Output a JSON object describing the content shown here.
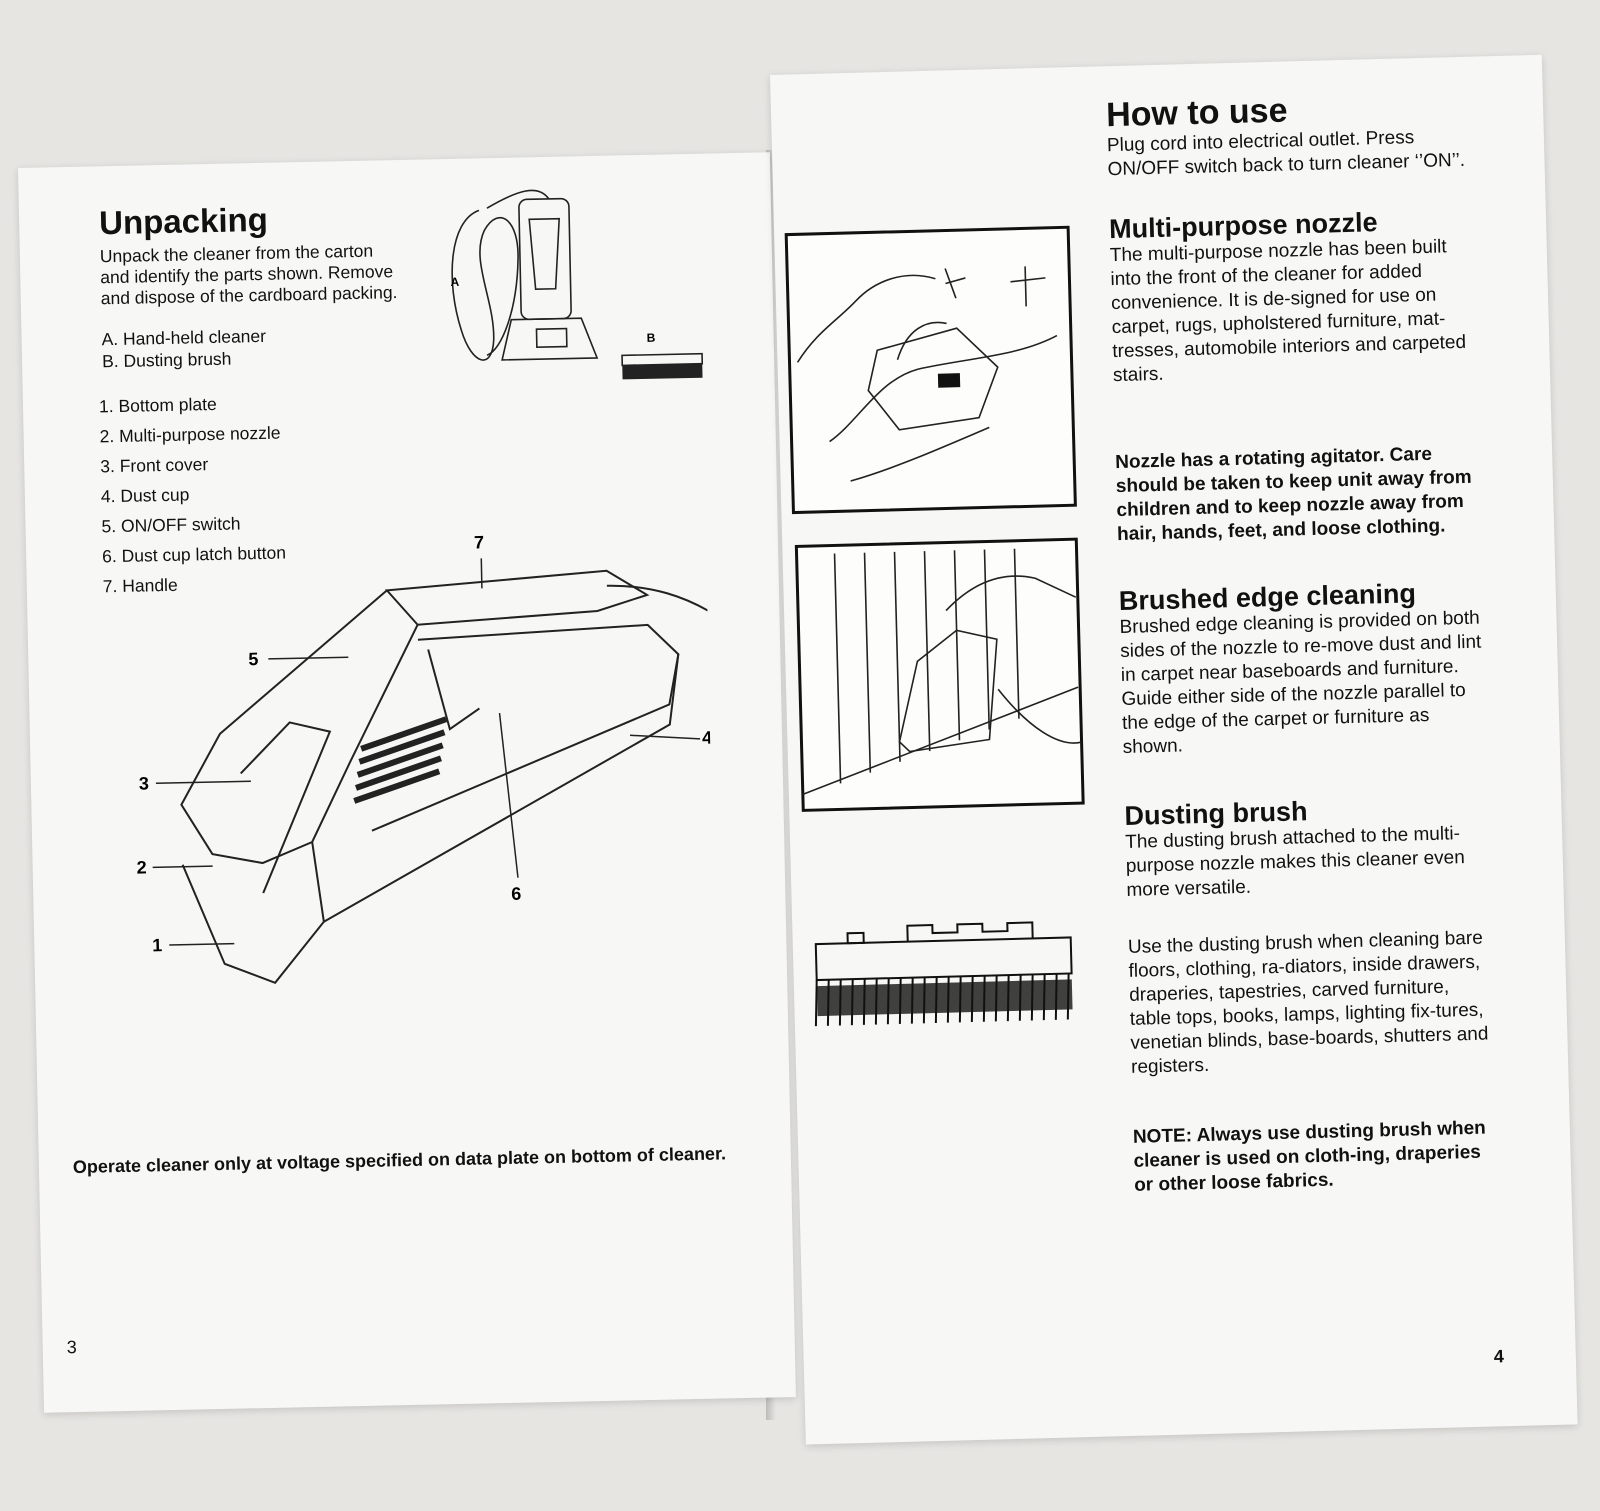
{
  "left_page": {
    "unpacking_title": "Unpacking",
    "unpacking_text": "Unpack the cleaner from the carton and identify the parts shown. Remove and dispose of the cardboard packing.",
    "item_a": "A. Hand-held cleaner",
    "item_b": "B. Dusting brush",
    "parts": [
      "1. Bottom plate",
      "2. Multi-purpose nozzle",
      "3. Front cover",
      "4. Dust cup",
      "5. ON/OFF switch",
      "6. Dust cup latch button",
      "7. Handle"
    ],
    "figure_labels": {
      "a": "A",
      "b": "B",
      "c1": "1",
      "c2": "2",
      "c3": "3",
      "c4": "4",
      "c5": "5",
      "c6": "6",
      "c7": "7"
    },
    "voltage_note": "Operate cleaner only at voltage specified on data plate on bottom of cleaner.",
    "page_number": "3"
  },
  "right_page": {
    "how_to_use_title": "How to use",
    "how_to_use_text": "Plug cord into electrical outlet. Press ON/OFF switch back to turn cleaner ‘’ON’’.",
    "nozzle_title": "Multi-purpose nozzle",
    "nozzle_text": "The multi-purpose nozzle has been built into the front of the cleaner for added convenience. It is de-signed for use on carpet, rugs, upholstered furniture, mat-tresses, automobile interiors and carpeted stairs.",
    "agitator_warning": "Nozzle has a rotating agitator. Care should be taken to keep unit away from children and to keep nozzle away from hair, hands, feet, and loose clothing.",
    "edge_title": "Brushed edge cleaning",
    "edge_text": "Brushed edge cleaning is provided on both sides of the nozzle to re-move dust and lint in carpet near baseboards and furniture. Guide either side of the nozzle parallel to the edge of the carpet or furniture as shown.",
    "dusting_title": "Dusting brush",
    "dusting_text": "The dusting brush attached to the multi-purpose nozzle makes this cleaner even more versatile.",
    "dusting_uses": "Use the dusting brush when cleaning bare floors, clothing, ra-diators, inside drawers, draperies, tapestries, carved furniture, table tops, books, lamps, lighting fix-tures, venetian blinds, base-boards, shutters and registers.",
    "note": "NOTE: Always use dusting brush when cleaner is used on cloth-ing, draperies or other loose fabrics.",
    "page_number": "4"
  },
  "icons": [
    "cleaner-and-cord-illustration",
    "dusting-brush-small-illustration",
    "cleaner-parts-diagram",
    "upholstery-cleaning-illustration",
    "edge-cleaning-illustration",
    "dusting-brush-illustration"
  ]
}
